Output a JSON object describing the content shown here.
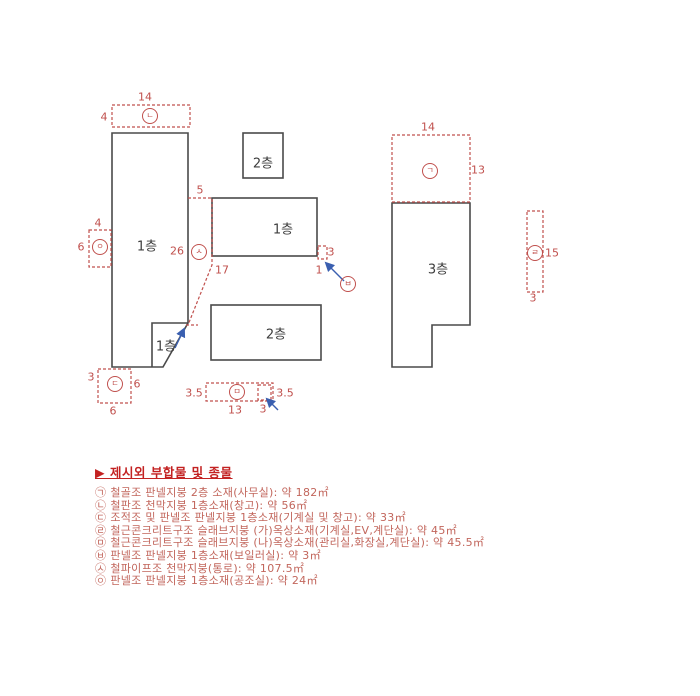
{
  "legend": {
    "title": "▶ 제시외 부합물 및 종물",
    "items": [
      {
        "marker": "㉠",
        "text": "철골조 판넬지붕 2층 소재(사무실): 약 182㎡"
      },
      {
        "marker": "㉡",
        "text": "철판조 천막지붕 1층소재(창고): 약 56㎡"
      },
      {
        "marker": "㉢",
        "text": "조적조 및 판넬조 판넬지붕 1층소재(기계실 및 창고): 약 33㎡"
      },
      {
        "marker": "㉣",
        "text": "철근콘크리트구조 슬래브지붕 (가)옥상소재(기계실,EV,계단실): 약 45㎡"
      },
      {
        "marker": "㉤",
        "text": "철근콘크리트구조 슬래브지붕 (나)옥상소재(관리실,화장실,계단실): 약 45.5㎡"
      },
      {
        "marker": "㉥",
        "text": "판넬조 판넬지붕 1층소재(보일러실): 약 3㎡"
      },
      {
        "marker": "㉦",
        "text": "철파이프조 천막지붕(통로): 약 107.5㎡"
      },
      {
        "marker": "㉧",
        "text": "판넬조 판넬지붕 1층소재(공조실): 약 24㎡"
      }
    ]
  },
  "diagram": {
    "buildings": {
      "tall_left": "1층",
      "small_bottom": "1층",
      "top_small": "2층",
      "mid_upper": "1층",
      "mid_lower": "2층",
      "right_tower": "3층"
    },
    "markers": {
      "giyeok": "ㄱ",
      "nieun": "ㄴ",
      "digeut": "ㄷ",
      "rieul": "ㄹ",
      "mieum": "ㅁ",
      "bieup": "ㅂ",
      "siot": "ㅅ",
      "ieung": "ㅇ"
    },
    "dims": {
      "n_top": "14",
      "n_left": "4",
      "o_top": "4",
      "o_left": "6",
      "c_topleft": "3",
      "c_right": "6",
      "c_bottom": "6",
      "s_top": "5",
      "s_left": "26",
      "s_right": "17",
      "m_left": "3.5",
      "m_bottom": "13",
      "m_small_bottom": "3",
      "m_right": "3.5",
      "bo_right": "3",
      "bo_bottom": "1",
      "a_top": "14",
      "a_right": "13",
      "r_right": "15",
      "r_bottom": "3"
    },
    "colors": {
      "outline": "#4a4a4a",
      "red": "#c0504d",
      "blue": "#3a5fb0",
      "title_red": "#c32222",
      "legend_text": "#c2665c"
    }
  }
}
